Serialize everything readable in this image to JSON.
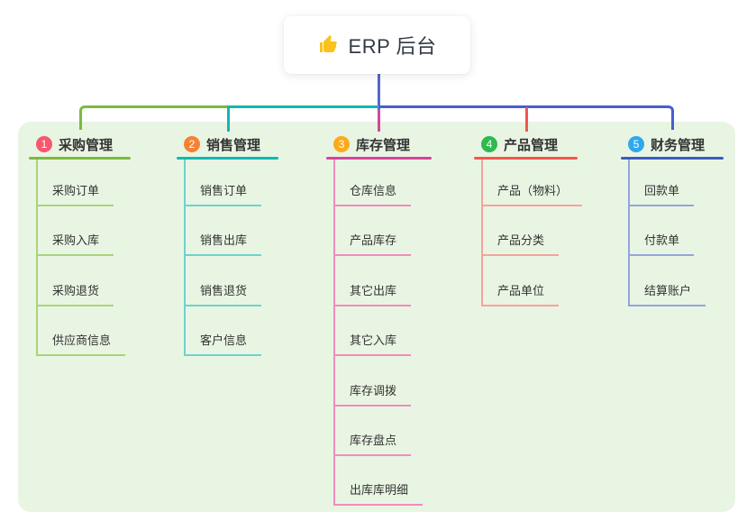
{
  "root": {
    "label": "ERP 后台",
    "icon": "thumbs-up",
    "icon_color": "#fcc21b"
  },
  "theme": {
    "panel_bg": "#e9f5e3",
    "page_bg": "#ffffff",
    "title_text_color": "#333333",
    "child_text_color": "#333333",
    "root_text_color": "#333a45"
  },
  "connectors": {
    "root_drop_color": "#5566d0",
    "right_horizontal_color": "#4a5dd0"
  },
  "branches": [
    {
      "num": "1",
      "title": "采购管理",
      "badge_color": "#f7586e",
      "line_color": "#7cb93f",
      "light_color": "#a9d47b",
      "children": [
        "采购订单",
        "采购入库",
        "采购退货",
        "供应商信息"
      ]
    },
    {
      "num": "2",
      "title": "销售管理",
      "badge_color": "#f58234",
      "line_color": "#12b7b0",
      "light_color": "#6fd2c8",
      "children": [
        "销售订单",
        "销售出库",
        "销售退货",
        "客户信息"
      ]
    },
    {
      "num": "3",
      "title": "库存管理",
      "badge_color": "#fbab1c",
      "line_color": "#d6449c",
      "light_color": "#f18cbe",
      "children": [
        "仓库信息",
        "产品库存",
        "其它出库",
        "其它入库",
        "库存调拨",
        "库存盘点",
        "出库库明细"
      ]
    },
    {
      "num": "4",
      "title": "产品管理",
      "badge_color": "#2eb94f",
      "line_color": "#f4564a",
      "light_color": "#f8a29b",
      "children": [
        "产品（物料）",
        "产品分类",
        "产品单位"
      ]
    },
    {
      "num": "5",
      "title": "财务管理",
      "badge_color": "#2fa8ee",
      "line_color": "#3b5cc4",
      "light_color": "#93a5dd",
      "children": [
        "回款单",
        "付款单",
        "结算账户"
      ]
    }
  ]
}
